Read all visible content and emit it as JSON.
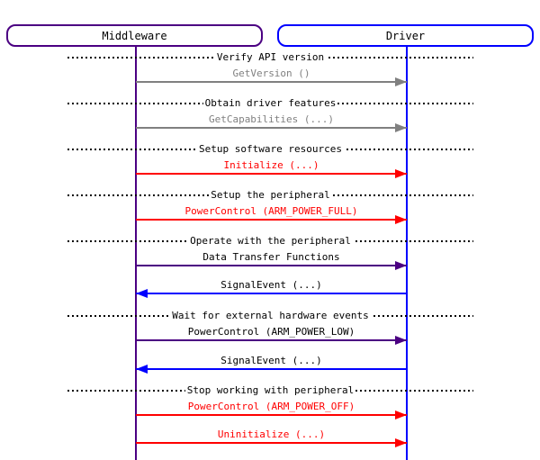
{
  "diagram": {
    "type": "message-sequence-chart",
    "participants": [
      {
        "name": "Middleware",
        "color": "#4B0082"
      },
      {
        "name": "Driver",
        "color": "#0000FF"
      }
    ],
    "colors": {
      "gray_call": "#808080",
      "red_call": "#FF0000",
      "purple_call": "#4B0082",
      "blue_callback": "#0000FF",
      "divider_text": "#000000",
      "background": "#FFFFFF"
    },
    "rows": [
      {
        "type": "divider",
        "label": "Verify API version"
      },
      {
        "type": "message",
        "label": "GetVersion ()",
        "from": "Middleware",
        "to": "Driver",
        "direction": "right",
        "color": "#808080"
      },
      {
        "type": "divider",
        "label": "Obtain driver features"
      },
      {
        "type": "message",
        "label": "GetCapabilities (...)",
        "from": "Middleware",
        "to": "Driver",
        "direction": "right",
        "color": "#808080"
      },
      {
        "type": "divider",
        "label": "Setup software resources"
      },
      {
        "type": "message",
        "label": "Initialize (...)",
        "from": "Middleware",
        "to": "Driver",
        "direction": "right",
        "color": "#FF0000"
      },
      {
        "type": "divider",
        "label": "Setup the peripheral"
      },
      {
        "type": "message",
        "label": "PowerControl (ARM_POWER_FULL)",
        "from": "Middleware",
        "to": "Driver",
        "direction": "right",
        "color": "#FF0000"
      },
      {
        "type": "divider",
        "label": "Operate with the peripheral"
      },
      {
        "type": "message",
        "label": "Data Transfer Functions",
        "from": "Middleware",
        "to": "Driver",
        "direction": "right",
        "color": "#4B0082"
      },
      {
        "type": "message",
        "label": "SignalEvent (...)",
        "from": "Driver",
        "to": "Middleware",
        "direction": "left",
        "color": "#0000FF"
      },
      {
        "type": "divider",
        "label": "Wait for external hardware events"
      },
      {
        "type": "message",
        "label": "PowerControl (ARM_POWER_LOW)",
        "from": "Middleware",
        "to": "Driver",
        "direction": "right",
        "color": "#4B0082"
      },
      {
        "type": "message",
        "label": "SignalEvent (...)",
        "from": "Driver",
        "to": "Middleware",
        "direction": "left",
        "color": "#0000FF"
      },
      {
        "type": "divider",
        "label": "Stop working with peripheral"
      },
      {
        "type": "message",
        "label": "PowerControl (ARM_POWER_OFF)",
        "from": "Middleware",
        "to": "Driver",
        "direction": "right",
        "color": "#FF0000"
      },
      {
        "type": "message",
        "label": "Uninitialize (...)",
        "from": "Middleware",
        "to": "Driver",
        "direction": "right",
        "color": "#FF0000"
      }
    ]
  }
}
